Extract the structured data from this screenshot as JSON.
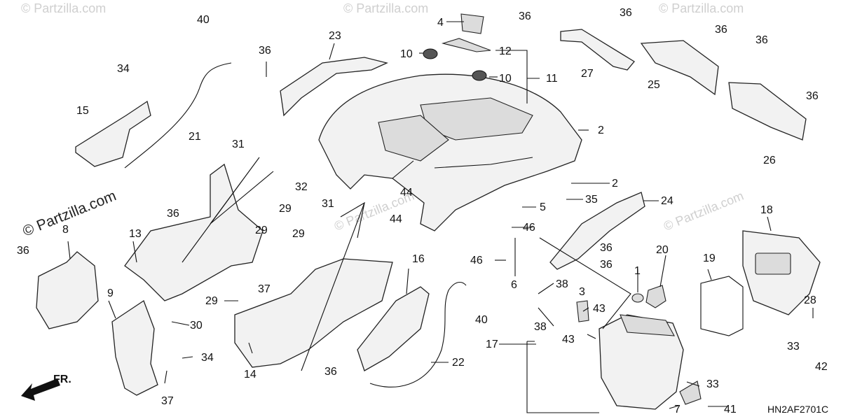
{
  "watermark": "© Partzilla.com",
  "diagram_code": "HN2AF2701C",
  "front_label": "FR.",
  "callouts": [
    {
      "id": "c40a",
      "text": "40"
    },
    {
      "id": "c34a",
      "text": "34"
    },
    {
      "id": "c15",
      "text": "15"
    },
    {
      "id": "c21",
      "text": "21"
    },
    {
      "id": "c23",
      "text": "23"
    },
    {
      "id": "c36a",
      "text": "36"
    },
    {
      "id": "c4",
      "text": "4"
    },
    {
      "id": "c10a",
      "text": "10"
    },
    {
      "id": "c12",
      "text": "12"
    },
    {
      "id": "c10b",
      "text": "10"
    },
    {
      "id": "c11",
      "text": "11"
    },
    {
      "id": "c36b",
      "text": "36"
    },
    {
      "id": "c27",
      "text": "27"
    },
    {
      "id": "c36c",
      "text": "36"
    },
    {
      "id": "c36d",
      "text": "36"
    },
    {
      "id": "c25",
      "text": "25"
    },
    {
      "id": "c36e",
      "text": "36"
    },
    {
      "id": "c36f",
      "text": "36"
    },
    {
      "id": "c26",
      "text": "26"
    },
    {
      "id": "c2a",
      "text": "2"
    },
    {
      "id": "c2b",
      "text": "2"
    },
    {
      "id": "c31a",
      "text": "31"
    },
    {
      "id": "c32",
      "text": "32"
    },
    {
      "id": "c31b",
      "text": "31"
    },
    {
      "id": "c44a",
      "text": "44"
    },
    {
      "id": "c44b",
      "text": "44"
    },
    {
      "id": "c35",
      "text": "35"
    },
    {
      "id": "c5",
      "text": "5"
    },
    {
      "id": "c24",
      "text": "24"
    },
    {
      "id": "c46a",
      "text": "46"
    },
    {
      "id": "c46b",
      "text": "46"
    },
    {
      "id": "c6",
      "text": "6"
    },
    {
      "id": "c36g",
      "text": "36"
    },
    {
      "id": "c8",
      "text": "8"
    },
    {
      "id": "c36h",
      "text": "36"
    },
    {
      "id": "c13",
      "text": "13"
    },
    {
      "id": "c36i",
      "text": "36"
    },
    {
      "id": "c29a",
      "text": "29"
    },
    {
      "id": "c29b",
      "text": "29"
    },
    {
      "id": "c29c",
      "text": "29"
    },
    {
      "id": "c37a",
      "text": "37"
    },
    {
      "id": "c9",
      "text": "9"
    },
    {
      "id": "c30",
      "text": "30"
    },
    {
      "id": "c29d",
      "text": "29"
    },
    {
      "id": "c34b",
      "text": "34"
    },
    {
      "id": "c37b",
      "text": "37"
    },
    {
      "id": "c14",
      "text": "14"
    },
    {
      "id": "c36j",
      "text": "36"
    },
    {
      "id": "c16",
      "text": "16"
    },
    {
      "id": "c40b",
      "text": "40"
    },
    {
      "id": "c22",
      "text": "22"
    },
    {
      "id": "c38a",
      "text": "38"
    },
    {
      "id": "c38b",
      "text": "38"
    },
    {
      "id": "c3",
      "text": "3"
    },
    {
      "id": "c43a",
      "text": "43"
    },
    {
      "id": "c43b",
      "text": "43"
    },
    {
      "id": "c17",
      "text": "17"
    },
    {
      "id": "c1",
      "text": "1"
    },
    {
      "id": "c20",
      "text": "20"
    },
    {
      "id": "c36k",
      "text": "36"
    },
    {
      "id": "c18",
      "text": "18"
    },
    {
      "id": "c19",
      "text": "19"
    },
    {
      "id": "c28",
      "text": "28"
    },
    {
      "id": "c33a",
      "text": "33"
    },
    {
      "id": "c42",
      "text": "42"
    },
    {
      "id": "c33b",
      "text": "33"
    },
    {
      "id": "c7",
      "text": "7"
    },
    {
      "id": "c41",
      "text": "41"
    }
  ]
}
